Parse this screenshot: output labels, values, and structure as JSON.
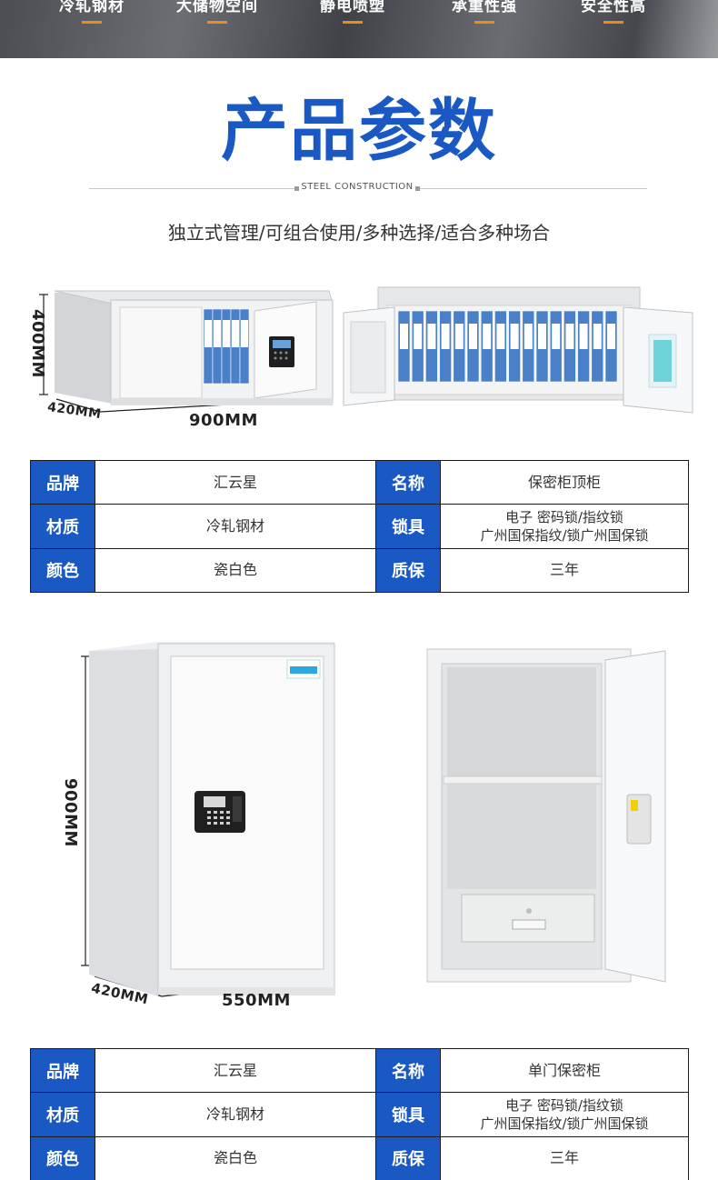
{
  "banner": {
    "items": [
      "冷轧钢材",
      "大储物空间",
      "静电喷塑",
      "承重性强",
      "安全性高"
    ]
  },
  "heading": {
    "title": "产品参数",
    "subtitle": "STEEL CONSTRUCTION",
    "slogan": "独立式管理/可组合使用/多种选择/适合多种场合"
  },
  "product1": {
    "height_label": "400MM",
    "depth_label": "420MM",
    "width_label": "900MM",
    "specs": {
      "brand_label": "品牌",
      "brand": "汇云星",
      "name_label": "名称",
      "name": "保密柜顶柜",
      "material_label": "材质",
      "material": "冷轧钢材",
      "lock_label": "锁具",
      "lock_line1": "电子 密码锁/指纹锁",
      "lock_line2": "广州国保指纹/锁广州国保锁",
      "color_label": "颜色",
      "color": "瓷白色",
      "warranty_label": "质保",
      "warranty": "三年"
    }
  },
  "product2": {
    "height_label": "900MM",
    "depth_label": "420MM",
    "width_label": "550MM",
    "specs": {
      "brand_label": "品牌",
      "brand": "汇云星",
      "name_label": "名称",
      "name": "单门保密柜",
      "material_label": "材质",
      "material": "冷轧钢材",
      "lock_label": "锁具",
      "lock_line1": "电子 密码锁/指纹锁",
      "lock_line2": "广州国保指纹/锁广州国保锁",
      "color_label": "颜色",
      "color": "瓷白色",
      "warranty_label": "质保",
      "warranty": "三年"
    }
  },
  "colors": {
    "brand_blue": "#1a59c4",
    "accent_orange": "#f08a1c",
    "binder_blue": "#4a80c8"
  }
}
